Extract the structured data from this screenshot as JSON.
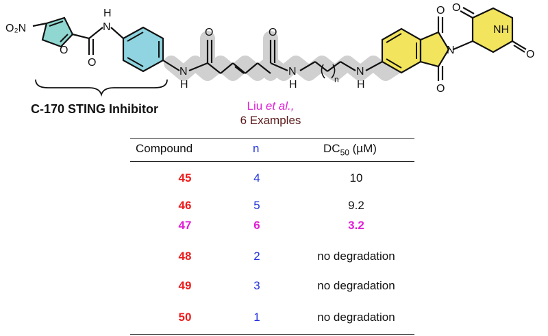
{
  "structure": {
    "atoms": {
      "nitro": "O₂N",
      "furan_o": "O",
      "amide1_o": "O",
      "amide1_nh": "H",
      "amide1_n": "N",
      "aniline_n": "N",
      "aniline_h": "H",
      "amide2_o": "O",
      "amide3_o": "O",
      "amide3_n": "N",
      "amide3_h": "H",
      "chain_n": "n",
      "amine_n": "N",
      "amine_h": "H",
      "imide_o_top": "O",
      "imide_o_bottom": "O",
      "imide_n": "N",
      "glut_o1": "O",
      "glut_nh": "NH",
      "glut_o2": "O"
    },
    "colors": {
      "furan_fill": "#8fd7d0",
      "phenyl_fill": "#8fd4e0",
      "phthalimide_fill": "#f2e45c",
      "glutarimide_fill": "#f2e45c",
      "linker_highlight": "#c8c8c8"
    }
  },
  "inhibitor_label": "C-170 STING Inhibitor",
  "citation": {
    "author": "Liu",
    "etal": "et al.,",
    "examples": "6 Examples"
  },
  "table": {
    "headers": {
      "compound": "Compound",
      "n": "n",
      "dc50_prefix": "DC",
      "dc50_sub": "50",
      "dc50_unit": " (µM)"
    },
    "rows": [
      {
        "compound": "45",
        "n": "4",
        "dc50": "10"
      },
      {
        "compound": "46",
        "n": "5",
        "dc50": "9.2"
      },
      {
        "compound": "47",
        "n": "6",
        "dc50": "3.2",
        "highlight": true
      },
      {
        "compound": "48",
        "n": "2",
        "dc50": "no degradation"
      },
      {
        "compound": "49",
        "n": "3",
        "dc50": "no degradation"
      },
      {
        "compound": "50",
        "n": "1",
        "dc50": "no degradation"
      }
    ],
    "colors": {
      "compound": "#ee1c1c",
      "n": "#2233dd",
      "highlight": "#e020d6"
    }
  }
}
